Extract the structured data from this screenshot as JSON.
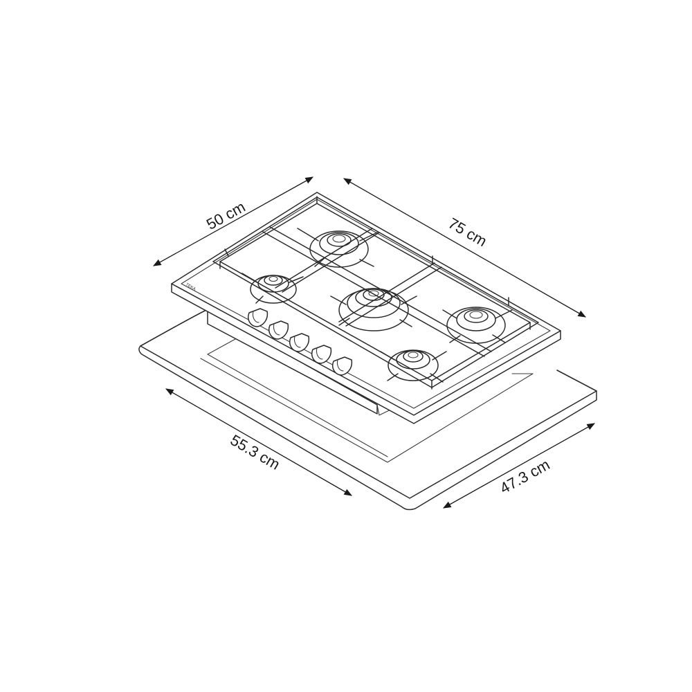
{
  "dimensions": {
    "top_depth": "50 cm",
    "top_width": "75 cm",
    "cutout_width": "55.3 cm",
    "cutout_depth": "47.3 cm"
  },
  "ink_color": "#2a2a2a",
  "background_color": "#ffffff"
}
